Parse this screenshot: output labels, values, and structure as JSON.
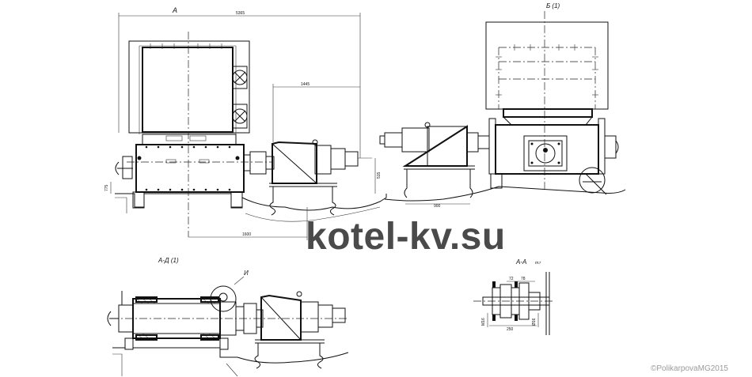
{
  "views": {
    "a": "А",
    "b": "Б (1)",
    "aa_section": "А-Д (1)",
    "aa_right": "А-А",
    "aa_right_scale": "m:r",
    "callout_i": "И"
  },
  "dimensions": {
    "overall_width": "5365",
    "feeder_length": "1445",
    "height_left": "775",
    "height_mid": "515",
    "base_gap": "1600",
    "base_width": "900",
    "flange_a": "72",
    "flange_b": "78",
    "flange_c": "250",
    "flange_d": "M16",
    "flange_e": "Ø16"
  },
  "watermark": "kotel-kv.su",
  "copyright": "©PolikarpovaMG2015"
}
